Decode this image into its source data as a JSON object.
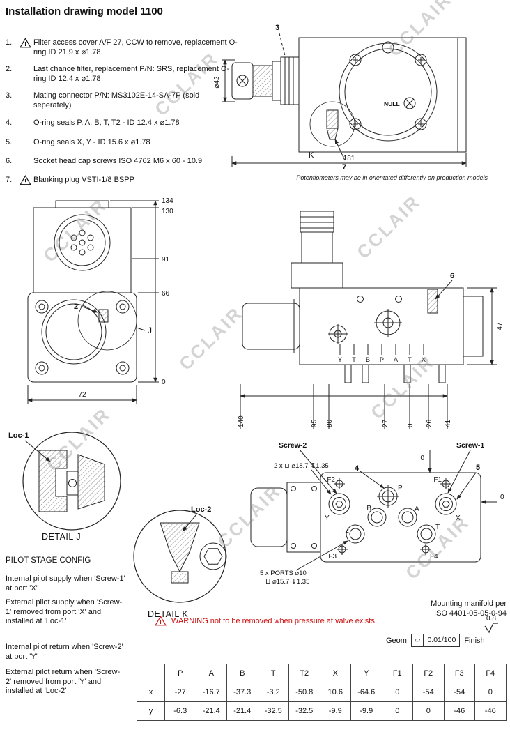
{
  "title": "Installation drawing model 1100",
  "watermark": "CCLAIR",
  "notes": [
    {
      "num": "1.",
      "warning": true,
      "text": "Filter access cover A/F 27, CCW to remove, replacement O-ring ID 21.9 x ⌀1.78"
    },
    {
      "num": "2.",
      "warning": false,
      "text": "Last chance filter, replacement P/N: SRS, replacement O-ring ID 12.4 x ⌀1.78"
    },
    {
      "num": "3.",
      "warning": false,
      "text": "Mating connector P/N: MS3102E-14-SA-7P (sold seperately)"
    },
    {
      "num": "4.",
      "warning": false,
      "text": "O-ring seals P, A, B, T, T2 - ID 12.4 x ⌀1.78"
    },
    {
      "num": "5.",
      "warning": false,
      "text": "O-ring seals X, Y - ID 15.6 x ⌀1.78"
    },
    {
      "num": "6.",
      "warning": false,
      "text": "Socket head cap screws ISO 4762 M6 x 60 - 10.9"
    },
    {
      "num": "7.",
      "warning": true,
      "text": "Blanking plug VSTI-1/8 BSPP"
    }
  ],
  "top_view": {
    "callout_3": "3",
    "dim_diameter": "⌀42",
    "null_label": "NULL",
    "detail_label": "K",
    "callout_7": "7",
    "dim_length": "181",
    "note": "Potentiometers may be in orientated differently on production models"
  },
  "front_view": {
    "callout_2": "2",
    "detail_label": "J",
    "dims_right": [
      "134",
      "130",
      "91",
      "66",
      "0"
    ],
    "dim_bottom": "72"
  },
  "side_view": {
    "callout_6": "6",
    "dim_right": "47",
    "port_letters": [
      "Y",
      "T",
      "B",
      "P",
      "A",
      "T",
      "X"
    ],
    "dims_bottom": [
      "140",
      "95",
      "80",
      "27",
      "0",
      "26",
      "41"
    ]
  },
  "detail_j": {
    "loc_label": "Loc-1",
    "caption": "DETAIL J"
  },
  "detail_k": {
    "loc_label": "Loc-2",
    "caption": "DETAIL K"
  },
  "pilot_config": {
    "heading": "PILOT STAGE CONFIG",
    "paragraphs": [
      "Internal pilot supply when 'Screw-1' at port 'X'",
      "External pilot supply when 'Screw-1' removed from port 'X' and installed at 'Loc-1'",
      "Internal pilot return when 'Screw-2' at port 'Y'",
      "External pilot return when 'Screw-2' removed from port 'Y' and installed at 'Loc-2'"
    ]
  },
  "port_view": {
    "screw2_label": "Screw-2",
    "screw1_label": "Screw-1",
    "callout_4": "4",
    "callout_5": "5",
    "zero_top": "0",
    "zero_right": "0",
    "counterbore_note": "2 x ⊔ ⌀18.7 ↧1.35",
    "ports_note_line1": "5 x PORTS ⌀10",
    "ports_note_line2": "⊔ ⌀15.7 ↧1.35",
    "labels": {
      "f2": "F2",
      "p": "P",
      "f1": "F1",
      "y": "Y",
      "b": "B",
      "a": "A",
      "x": "X",
      "t2": "T2",
      "t": "T",
      "f3": "F3",
      "f4": "F4"
    }
  },
  "warning_text": "WARNING not to be removed when pressure at valve exists",
  "manifold": {
    "line1": "Mounting manifold per",
    "line2": "ISO 4401-05-05-0-94",
    "roughness": "0.8",
    "geom_label": "Geom",
    "flatness_symbol": "▱",
    "geom_tolerance": "0.01/100",
    "finish_label": "Finish"
  },
  "coordinates_table": {
    "headers": [
      "",
      "P",
      "A",
      "B",
      "T",
      "T2",
      "X",
      "Y",
      "F1",
      "F2",
      "F3",
      "F4"
    ],
    "rows": [
      {
        "label": "x",
        "values": [
          "-27",
          "-16.7",
          "-37.3",
          "-3.2",
          "-50.8",
          "10.6",
          "-64.6",
          "0",
          "-54",
          "-54",
          "0"
        ]
      },
      {
        "label": "y",
        "values": [
          "-6.3",
          "-21.4",
          "-21.4",
          "-32.5",
          "-32.5",
          "-9.9",
          "-9.9",
          "0",
          "0",
          "-46",
          "-46"
        ]
      }
    ]
  },
  "colors": {
    "warning_red": "#cc1111",
    "line": "#1a1a1a",
    "watermark": "#7d7d7d"
  }
}
